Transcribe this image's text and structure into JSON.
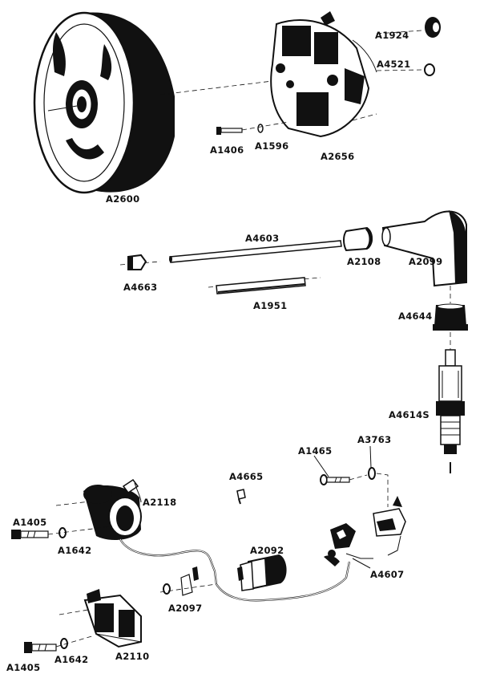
{
  "parts": {
    "flywheel": "A2600",
    "stator_plate": "A2656",
    "cap_top": "A1924",
    "nut_small": "A4521",
    "screw_stator": "A1406",
    "washer_stator": "A1596",
    "ht_lead": "A4603",
    "plug_cap_sleeve": "A2108",
    "plug_cap": "A2099",
    "lead_ferrule": "A4663",
    "tube": "A1951",
    "plug_boot": "A4644",
    "spark_plug": "A4614S",
    "screw_contact": "A1465",
    "washer_contact": "A3763",
    "contact_set": "A4607",
    "terminal_pin": "A4665",
    "coil": "A2118",
    "screw_coil_upper": "A1405",
    "washer_coil_upper": "A1642",
    "condenser": "A2092",
    "clip": "A2097",
    "lower_bracket": "A2110",
    "screw_coil_lower": "A1405",
    "washer_coil_lower": "A1642"
  }
}
